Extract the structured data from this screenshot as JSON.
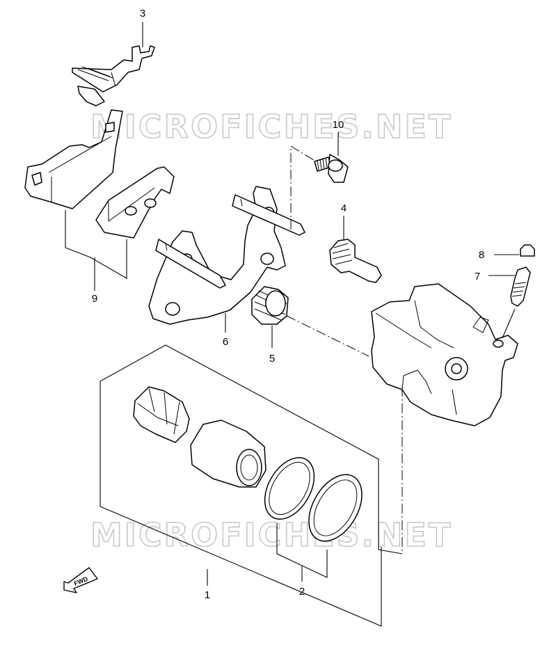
{
  "watermark": {
    "text": "MICROFICHES.NET"
  },
  "parts": [
    {
      "number": "1"
    },
    {
      "number": "2"
    },
    {
      "number": "3"
    },
    {
      "number": "4"
    },
    {
      "number": "5"
    },
    {
      "number": "6"
    },
    {
      "number": "7"
    },
    {
      "number": "8"
    },
    {
      "number": "9"
    },
    {
      "number": "10"
    }
  ],
  "fwd_indicator": {
    "text": "FWD",
    "icon": "arrow-left-down-icon"
  },
  "colors": {
    "line": "#000000",
    "watermark_outline": "#c8c8c8",
    "background": "#ffffff"
  }
}
